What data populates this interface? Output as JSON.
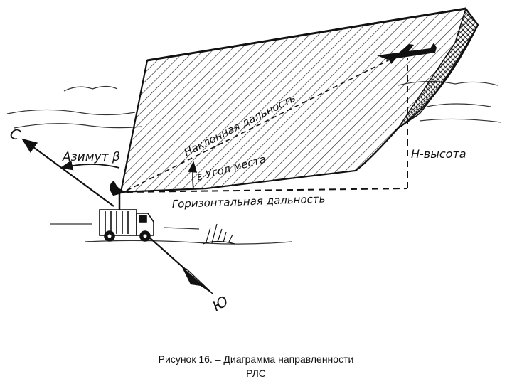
{
  "labels": {
    "north": "С",
    "south": "Ю",
    "azimuth": "Азимут β",
    "slant_range": "Наклонная дальность",
    "elevation": "ε  Угол места",
    "horizontal_range": "Горизонтальная дальность",
    "height": "Н-высота"
  },
  "caption": {
    "line1": "Рисунок 16.   – Диаграмма направленности",
    "line2": "РЛС"
  }
}
